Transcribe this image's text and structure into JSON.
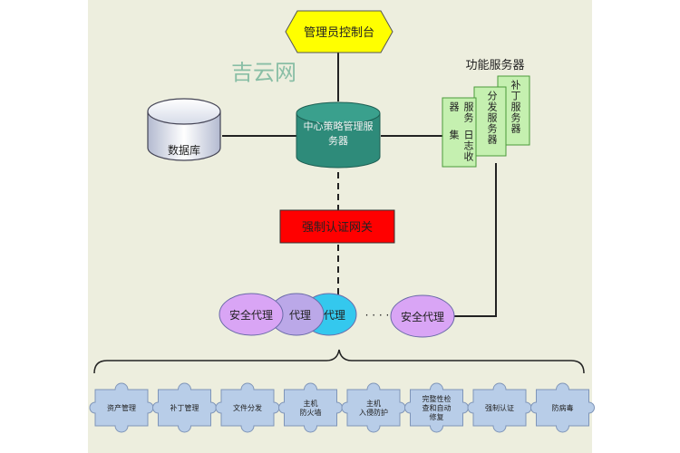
{
  "diagram": {
    "admin_console": "管理员控制台",
    "watermark": "吉云网",
    "function_servers_title": "功能服务器",
    "database": "数据库",
    "central_server": [
      "中心策略管理服",
      "务器"
    ],
    "gateway": "强制认证网关",
    "servers": [
      {
        "line1": "日志收集",
        "line2": "服务器"
      },
      {
        "line1": "分发服务器",
        "line2": ""
      },
      {
        "line1": "补丁服务器",
        "line2": ""
      }
    ],
    "agents": [
      "安全代理",
      "代理",
      "代理",
      "安全代理"
    ],
    "ellipsis": "· · · ·",
    "modules": [
      [
        "资产管理"
      ],
      [
        "补丁管理"
      ],
      [
        "文件分发"
      ],
      [
        "主机",
        "防火墙"
      ],
      [
        "主机",
        "入侵防护"
      ],
      [
        "完整性检",
        "查和自动",
        "修复"
      ],
      [
        "强制认证"
      ],
      [
        "防病毒"
      ]
    ]
  },
  "colors": {
    "admin_console": "#ffff00",
    "central_server": "#2e8b7a",
    "gateway": "#ff0000",
    "server_card": "#c5f0b0",
    "agent_purple": "#d9a5f5",
    "agent_cyan": "#34c8ee",
    "module_piece": "#b8cde8",
    "panel": "#edeede"
  }
}
